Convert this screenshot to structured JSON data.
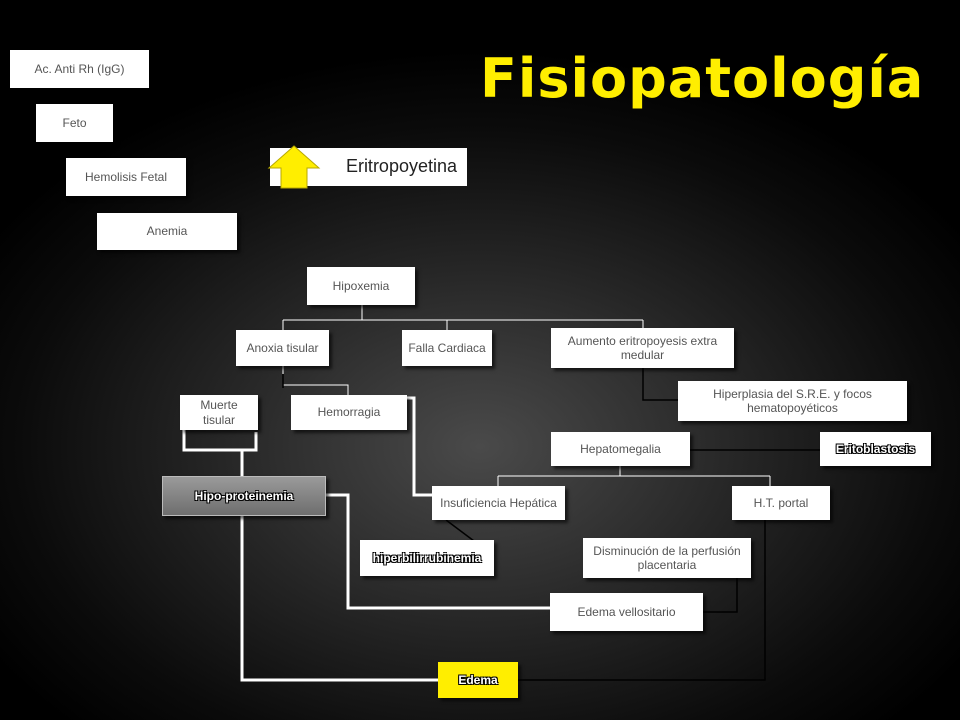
{
  "slide": {
    "title": "Fisiopatología",
    "colors": {
      "title": "#ffee00",
      "connector_white": "#ffffff",
      "connector_black": "#000000",
      "arrow": "#ffee00",
      "edema_box": "#ffee00"
    }
  },
  "steps": [
    {
      "id": "ac_anti_rh",
      "label": "Ac. Anti Rh (IgG)"
    },
    {
      "id": "feto",
      "label": "Feto"
    },
    {
      "id": "hemolisis_fetal",
      "label": "Hemolisis Fetal"
    },
    {
      "id": "anemia",
      "label": "Anemia"
    }
  ],
  "eritropoyetina": {
    "label": "Eritropoyetina",
    "icon": "up-arrow-icon"
  },
  "nodes": {
    "hipoxemia": "Hipoxemia",
    "anoxia_tisular": "Anoxia tisular",
    "falla_cardiaca": "Falla Cardiaca",
    "aumento_eritropoyesis": "Aumento eritropoyesis extra medular",
    "hiperplasia": "Hiperplasia del S.R.E. y focos hematopoyéticos",
    "muerte_tisular": "Muerte tisular",
    "hemorragia": "Hemorragia",
    "hepatomegalia": "Hepatomegalia",
    "eritoblastosis": "Eritoblastosis",
    "hipo_proteinemia": "Hipo-proteinemia",
    "insuficiencia_hepatica": "Insuficiencia Hepática",
    "ht_portal": "H.T. portal",
    "hiperbilirrubinemia": "hiperbilirrubinemia",
    "disminucion_perfusion": "Disminución de la perfusión placentaria",
    "edema_vellositario": "Edema vellositario",
    "edema": "Edema"
  }
}
